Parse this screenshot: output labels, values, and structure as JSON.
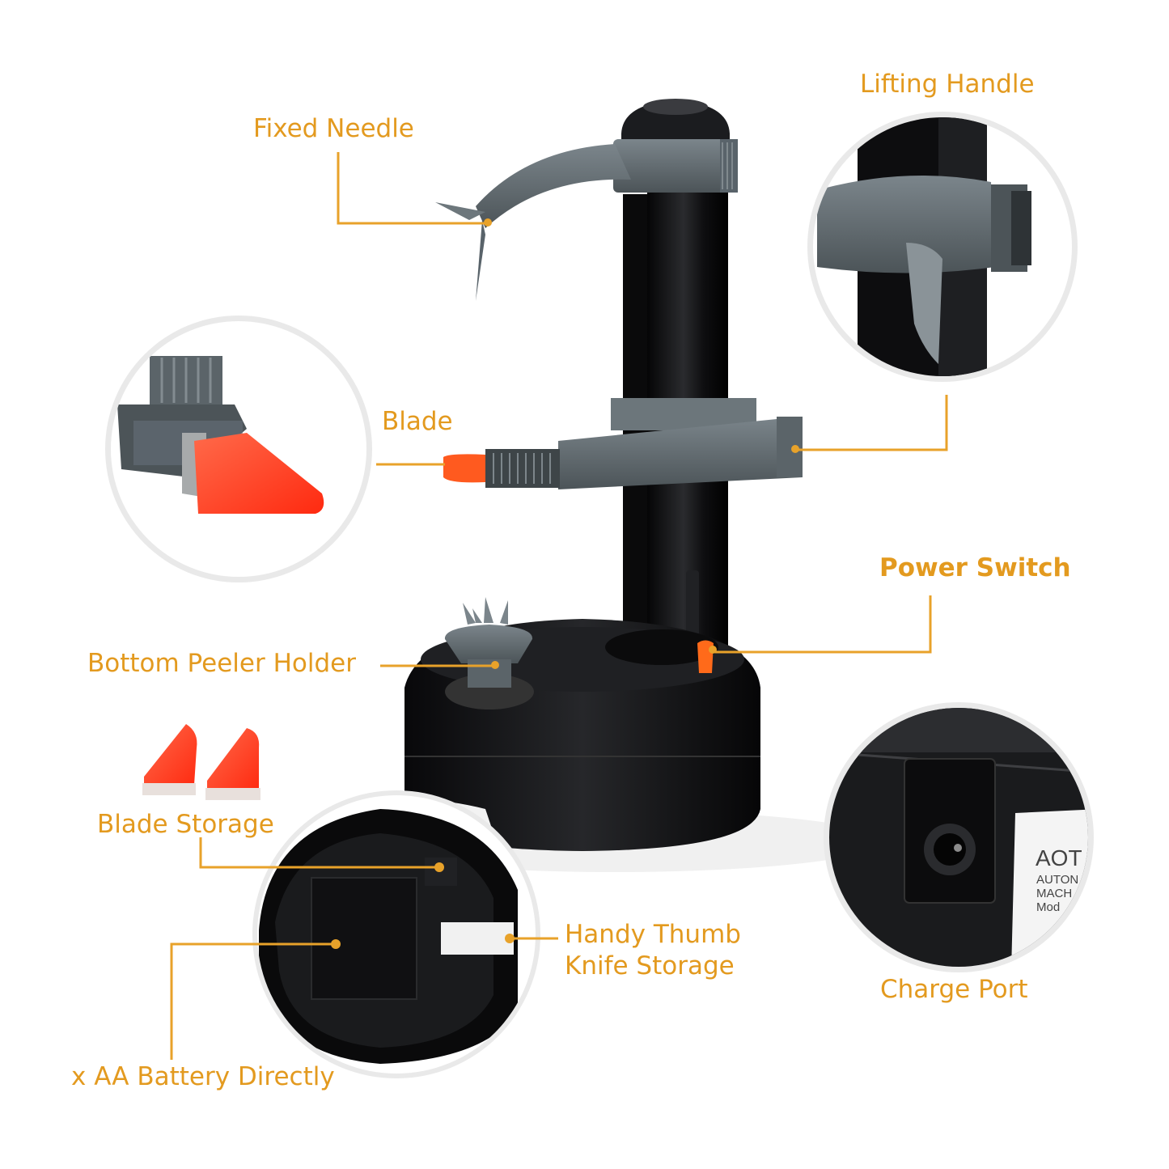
{
  "colors": {
    "accent": "#e39a1f",
    "leader": "#e8a22a",
    "body": "#121214",
    "grey_plastic": "#606a70",
    "blade_red": "#ff3b1f",
    "zoom_ring": "#e9e9e9"
  },
  "labels": {
    "fixed_needle": "Fixed Needle",
    "lifting_handle": "Lifting Handle",
    "blade": "Blade",
    "power_switch": "Power Switch",
    "bottom_peeler_holder": "Bottom Peeler Holder",
    "blade_storage": "Blade Storage",
    "handy_thumb_line1": "Handy Thumb",
    "handy_thumb_line2": "Knife Storage",
    "charge_port": "Charge Port",
    "battery": "x AA Battery Directly"
  },
  "device_label": {
    "line1": "AOT",
    "line2": "AUTON",
    "line3": "MACH",
    "line4": "Mod"
  },
  "icons": [
    "peeler-device-image",
    "blade-zoom-image",
    "lifting-handle-zoom-image",
    "charge-port-zoom-image",
    "battery-compartment-zoom-image",
    "spare-blade-icon"
  ]
}
